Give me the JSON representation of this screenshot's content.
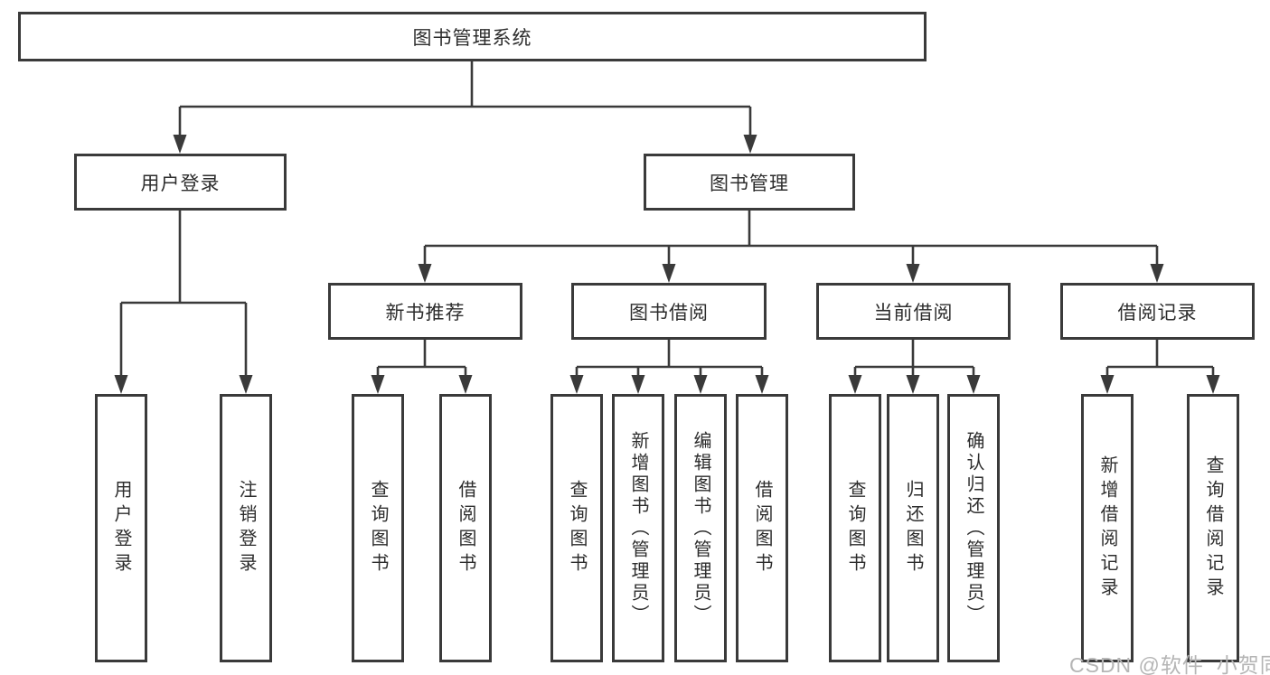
{
  "nodes": {
    "root": "图书管理系统",
    "user_login": "用户登录",
    "book_management": "图书管理",
    "new_book_recommend": "新书推荐",
    "book_borrow": "图书借阅",
    "current_borrow": "当前借阅",
    "borrow_record": "借阅记录",
    "leaf_user_login": "用户登录",
    "leaf_logout_login": "注销登录",
    "leaf_query_book_recommend": "查询图书",
    "leaf_borrow_book_recommend": "借阅图书",
    "leaf_query_book_borrow": "查询图书",
    "leaf_add_book_admin": "新增图书（管理员）",
    "leaf_edit_book_admin": "编辑图书（管理员）",
    "leaf_borrow_book_borrow": "借阅图书",
    "leaf_query_book_current": "查询图书",
    "leaf_return_book": "归还图书",
    "leaf_confirm_return_admin": "确认归还（管理员）",
    "leaf_add_borrow_record": "新增借阅记录",
    "leaf_query_borrow_record": "查询借阅记录"
  },
  "watermark": "CSDN @软件_小贺同学",
  "colors": {
    "line": "#3a3a3a",
    "box_border": "#3a3a3a",
    "box_fill": "#ffffff",
    "text": "#2d2d2d",
    "watermark": "#b5b5b5",
    "background": "#ffffff"
  }
}
